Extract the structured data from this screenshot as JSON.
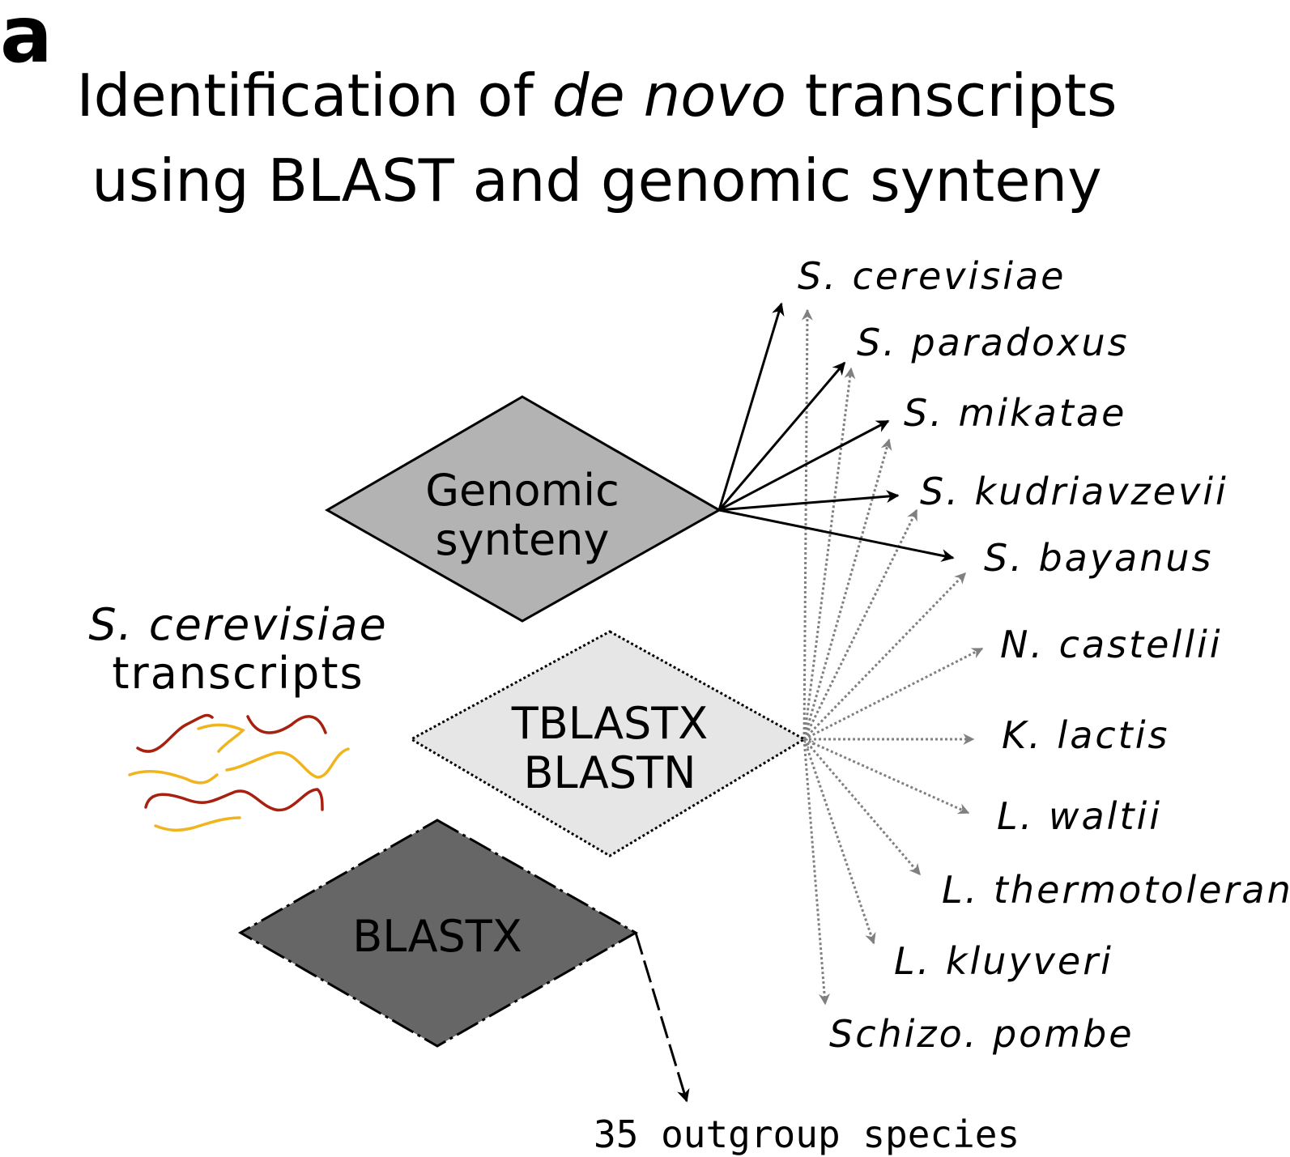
{
  "panel_letter": "a",
  "title": {
    "line1_pre": "Identification of ",
    "line1_italic": "de novo",
    "line1_post": " transcripts",
    "line2": "using BLAST and genomic synteny"
  },
  "input": {
    "species": "S. cerevisiae",
    "label": "transcripts"
  },
  "nodes": {
    "synteny": {
      "line1": "Genomic",
      "line2": "synteny"
    },
    "blast": {
      "line1": "TBLASTX",
      "line2": "BLASTN"
    },
    "blastx": {
      "label": "BLASTX"
    }
  },
  "species": [
    "S. cerevisiae",
    "S. paradoxus",
    "S. mikatae",
    "S. kudriavzevii",
    "S. bayanus",
    "N. castellii",
    "K. lactis",
    "L. waltii",
    "L. thermotolerans",
    "L. kluyveri",
    "Schizo. pombe"
  ],
  "outgroup": "35 outgroup species",
  "colors": {
    "synteny_fill": "#b3b3b3",
    "blast_fill": "#e6e6e6",
    "blastx_fill": "#666666",
    "dotted_arrow": "#808080",
    "transcript_red": "#a8200f",
    "transcript_yellow": "#f0b41e"
  }
}
